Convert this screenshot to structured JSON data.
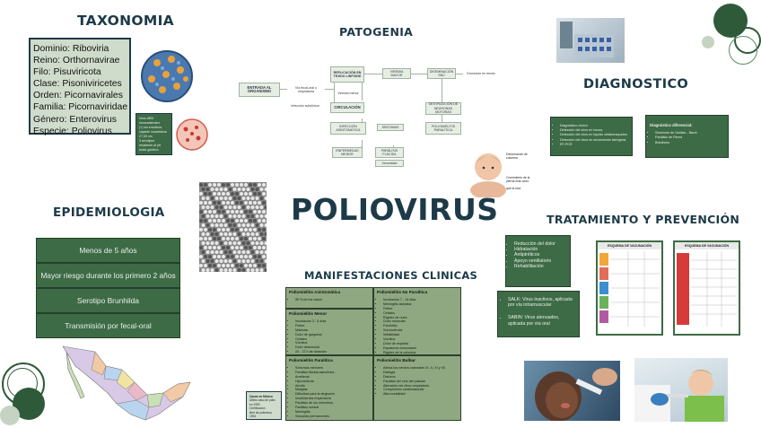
{
  "headings": {
    "taxonomia": "TAXONOMIA",
    "patogenia": "PATOGENIA",
    "diagnostico": "DIAGNOSTICO",
    "epidemiologia": "EPIDEMIOLOGIA",
    "title": "POLIOVIRUS",
    "tratamiento": "TRATAMIENTO Y PREVENCIÓN",
    "manifestaciones": "MANIFESTACIONES CLINICAS"
  },
  "taxonomy": [
    "Dominio: Riboviria",
    "Reino: Orthornavirae",
    "Filo: Pisuviricota",
    "Clase: Pisoniviricetes",
    "Orden: Picornavirales",
    "Familia: Picornaviridae",
    "Género: Enterovirus",
    "Especie: Poliovirus"
  ],
  "taxonomy_note": [
    "Virus ARN",
    "monocatenario",
    "(+) sin envoltura",
    "cápside icosaédrica",
    "27-30 nm",
    "3 serotipos",
    "resistente al pH",
    "ácido gástrico"
  ],
  "patogenia": {
    "entrada": "ENTRADA AL ORGANISMO",
    "via": "Vía fecal-oral o respiratoria",
    "replicacion": "REPLICACIÓN EN TEJIDO LINFOIDE",
    "viremia_menor": "Viremia menor",
    "circulacion": "CIRCULACIÓN",
    "diseminacion": "DISEMINACIÓN SNC",
    "viremia": "VIREMIA MAYOR",
    "neuronas": "DESTRUCCIÓN DE NEURONAS MOTORAS",
    "paralisis": "PARÁLISIS FLÁCIDA",
    "inmunidad": "Inmunidad",
    "sintomas": "SÍNTOMAS",
    "infeccion": "Infección subclínica",
    "asintomatica": "INFECCIÓN ASINTOMÁTICA",
    "enfermedad": "ENFERMEDAD MENOR",
    "poliomielitis": "POLIOMIELITIS PARALÍTICA",
    "excrecion": "Excreción en heces"
  },
  "diagnostico": {
    "main": [
      "Diagnóstico clínico",
      "Detección del virus en heces,",
      "Detección del virus en líquido cefalorraquídeo",
      "Detección del virus en secreciones faríngeas",
      "RT-PCR"
    ],
    "dif_title": "Diagnóstico diferencial:",
    "dif": [
      "Síndrome de Guillain - Barré",
      "Parálisis de Parrot",
      "Botulismo"
    ]
  },
  "epidemiologia": [
    "Menos de 5 años",
    "Mayor riesgo durante los primero 2 años",
    "Serotipo Brunhilda",
    "Transmisión por fecal-oral"
  ],
  "tratamiento": {
    "items": [
      "Reducción del dolor",
      "Hidratación",
      "Antipiréticos",
      "Apoyo ventilatorio",
      "Rehabilitación"
    ],
    "vacunas": [
      "SALK: Virus inactivos, aplicada por vía intramuscular",
      "SABIN: Virus atenuados, aplicada por vía oral"
    ]
  },
  "schedule1_title": "ESQUEMA DE VACUNACIÓN",
  "schedule2_title": "ESQUEMA DE VACUNACIÓN",
  "manifestaciones": {
    "asintomatica_title": "Poliomielitis Asintomática",
    "asintomatica": [
      "95 % de los casos"
    ],
    "menor_title": "Poliomielitis Menor",
    "menor": [
      "Incubación 3 - 5 días",
      "Fiebre",
      "Malestar",
      "Dolor de garganta",
      "Cefalea",
      "Vómitos",
      "Dolor abdominal",
      "24 - 72 h de duración"
    ],
    "noparalitica_title": "Poliomielitis No Paralítica",
    "noparalitica": [
      "Incubación 7 - 14 días",
      "Meningitis aséptica",
      "Fiebre",
      "Cefalea",
      "Rigidez de nuca",
      "Dolor muscular",
      "Fotofobia",
      "Somnolencia",
      "Irritabilidad",
      "Vómitos",
      "Dolor de espalda",
      "Espasmos musculares",
      "Rigidez de la columna",
      "Signo de Kernig y Brudzinski",
      "Recuperación 2 - 10 días"
    ],
    "paralitica_title": "Poliomielitis Paralítica",
    "paralitica": [
      "Síntomas menores",
      "Parálisis flácida asimétrica",
      "Arreflexia",
      "Hiporreflexia",
      "Atrofia",
      "Mialgias",
      "Dificultad para la deglución",
      "Insuficiencia respiratoria",
      "Parálisis de los miembros",
      "Parálisis vesical",
      "Meningitis",
      "Secuelas permanentes"
    ],
    "bulbar_title": "Poliomielitis Bulbar",
    "bulbar": [
      "Afecta los nervios craneales IX, X, XI y XII",
      "Disfagia",
      "Disfonía",
      "Parálisis del velo del paladar",
      "Alteración del ritmo respiratorio",
      "Compromiso cardiovascular",
      "Alta mortalidad"
    ]
  },
  "small_note": [
    "Casos en México",
    "Último caso de polio en 1990",
    "Certificación",
    "libre de poliovirus",
    "1994"
  ],
  "child_labels": [
    "Deformación de columna",
    "Crecimiento de la pierna más corto",
    "que la otra"
  ],
  "colors": {
    "green": "#3d6b46",
    "navy": "#1d3a48",
    "sage": "#cfdccb"
  }
}
